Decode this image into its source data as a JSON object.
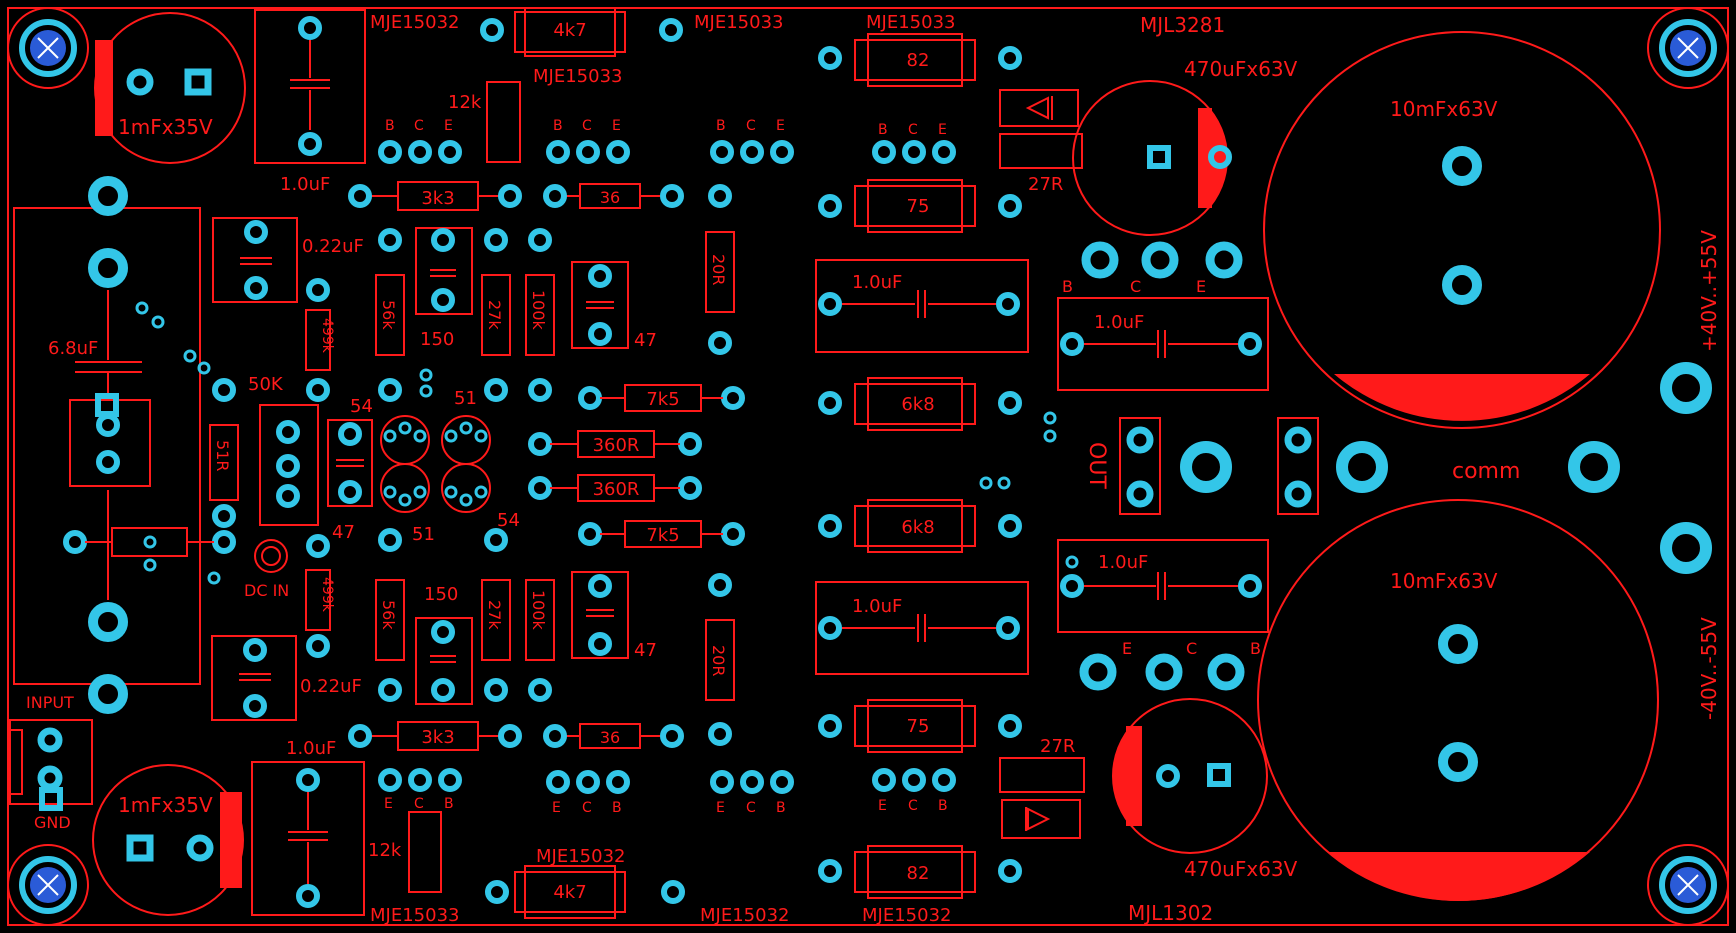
{
  "board": {
    "top_left_transistors": [
      "MJE15032",
      "MJE15033",
      "MJE15033"
    ],
    "top_mid_transistor": "MJE15033",
    "top_right_transistor": "MJL3281",
    "bottom_left_transistor": "MJE15033",
    "bottom_mid_transistor_a": "MJE15032",
    "bottom_mid_transistor_b": "MJE15032",
    "bottom_mid_transistor_c": "MJE15032",
    "bottom_right_transistor": "MJL1302"
  },
  "labels": {
    "cap_1mf_top": "1mFx35V",
    "cap_1mf_bottom": "1mFx35V",
    "cap_1uf_top": "1.0uF",
    "cap_1uf_bottom": "1.0uF",
    "r_4k7_top": "4k7",
    "r_4k7_bottom": "4k7",
    "r_12k_top": "12k",
    "r_12k_bottom": "12k",
    "r_3k3_top": "3k3",
    "r_3k3_bottom": "3k3",
    "r_36_top": "36",
    "r_36_bottom": "36",
    "r_82_top": "82",
    "r_82_bottom": "82",
    "r_75_top": "75",
    "r_75_bottom": "75",
    "r_27r_top": "27R",
    "r_27r_bottom": "27R",
    "cap_470_top": "470uFx63V",
    "cap_470_bottom": "470uFx63V",
    "cap_10m_top": "10mFx63V",
    "cap_10m_bottom": "10mFx63V",
    "cap_022_top": "0.22uF",
    "cap_022_bottom": "0.22uF",
    "r_499k_top": "499k",
    "r_499k_bottom": "499k",
    "r_56k_top": "56k",
    "r_56k_bottom": "56k",
    "r_27k_top": "27k",
    "r_27k_bottom": "27k",
    "r_100k_top": "100k",
    "r_100k_bottom": "100k",
    "r_150_top": "150",
    "r_150_bottom": "150",
    "r_20r_top": "20R",
    "r_20r_bottom": "20R",
    "cap_47_top": "47",
    "cap_47_mid": "47",
    "cap_47_bottom": "47",
    "r_7k5_top": "7k5",
    "r_7k5_bottom": "7k5",
    "r_360r_top": "360R",
    "r_360r_bottom": "360R",
    "r_6k8_top": "6k8",
    "r_6k8_bottom": "6k8",
    "cap_1uf_film_a": "1.0uF",
    "cap_1uf_film_b": "1.0uF",
    "cap_1uf_film_c": "1.0uF",
    "cap_1uf_film_d": "1.0uF",
    "cap_68uf": "6.8uF",
    "pot_50k": "50K",
    "r_51r": "51R",
    "dc_in": "DC IN",
    "input": "INPUT",
    "gnd": "GND",
    "out": "OUT",
    "comm": "comm",
    "rail_pos": "+40V..+55V",
    "rail_neg": "-40V..-55V",
    "q54_top": "54",
    "q51_top": "51",
    "q54_bottom": "54",
    "q51_bottom": "51",
    "pin_b": "B",
    "pin_c": "C",
    "pin_e": "E",
    "cb_c": "C",
    "cb_b": "B",
    "cb_e": "E"
  },
  "colors": {
    "silkscreen": "#ff1a1a",
    "pad": "#33c6e8",
    "background": "#000000",
    "mount_hole": "#2a5bd7"
  }
}
